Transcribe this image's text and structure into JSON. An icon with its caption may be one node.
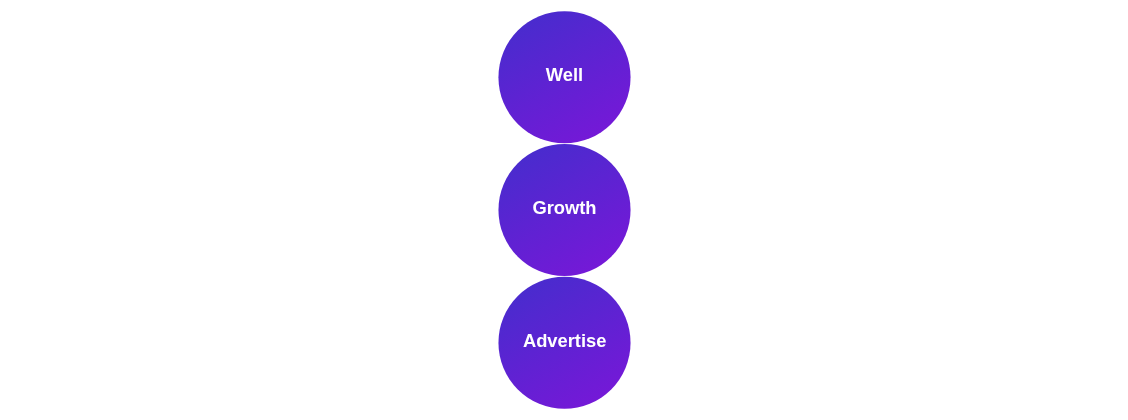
{
  "diagram": {
    "nodes": [
      {
        "text": [
          "Well"
        ]
      },
      {
        "text": [
          "Growth"
        ]
      },
      {
        "text": [
          "Advertise"
        ]
      }
    ]
  }
}
